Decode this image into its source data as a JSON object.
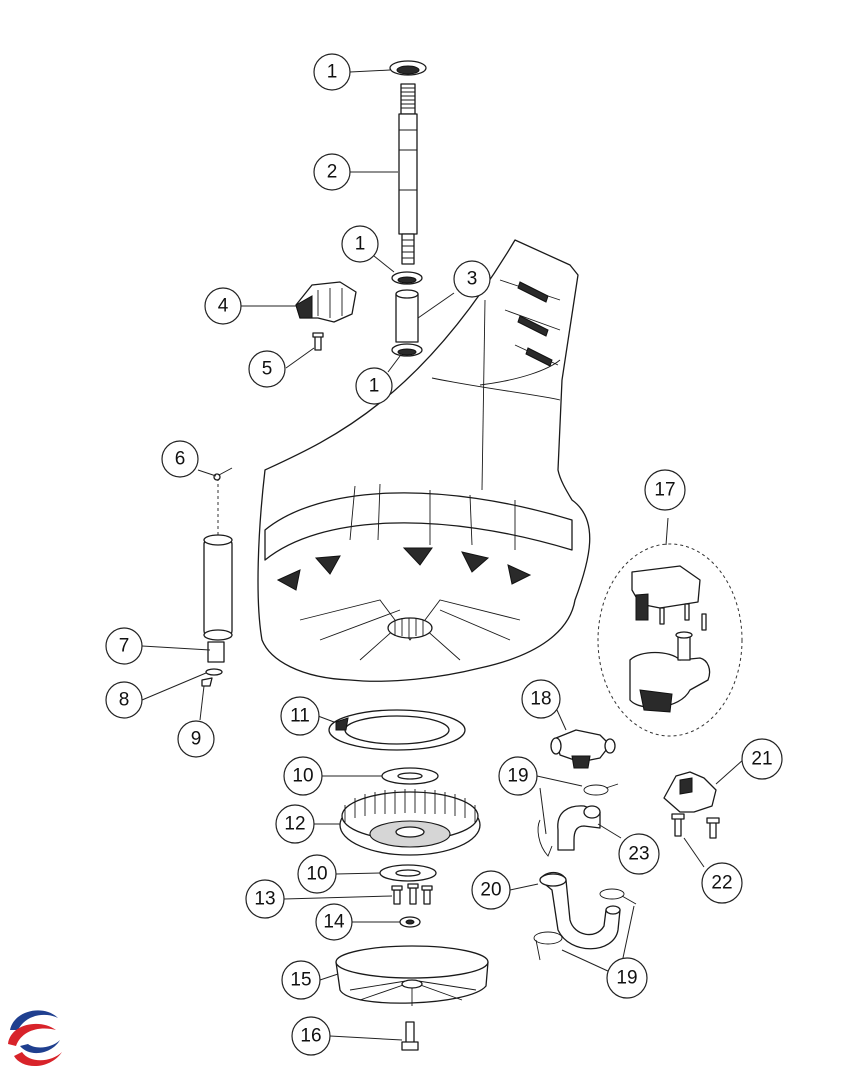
{
  "callouts": [
    {
      "id": "c1a",
      "label": "1"
    },
    {
      "id": "c2",
      "label": "2"
    },
    {
      "id": "c1b",
      "label": "1"
    },
    {
      "id": "c3",
      "label": "3"
    },
    {
      "id": "c4",
      "label": "4"
    },
    {
      "id": "c5",
      "label": "5"
    },
    {
      "id": "c1c",
      "label": "1"
    },
    {
      "id": "c6",
      "label": "6"
    },
    {
      "id": "c17",
      "label": "17"
    },
    {
      "id": "c7",
      "label": "7"
    },
    {
      "id": "c8",
      "label": "8"
    },
    {
      "id": "c9",
      "label": "9"
    },
    {
      "id": "c11",
      "label": "11"
    },
    {
      "id": "c18",
      "label": "18"
    },
    {
      "id": "c10a",
      "label": "10"
    },
    {
      "id": "c19a",
      "label": "19"
    },
    {
      "id": "c21",
      "label": "21"
    },
    {
      "id": "c12",
      "label": "12"
    },
    {
      "id": "c23",
      "label": "23"
    },
    {
      "id": "c10b",
      "label": "10"
    },
    {
      "id": "c22",
      "label": "22"
    },
    {
      "id": "c20",
      "label": "20"
    },
    {
      "id": "c13",
      "label": "13"
    },
    {
      "id": "c14",
      "label": "14"
    },
    {
      "id": "c15",
      "label": "15"
    },
    {
      "id": "c19b",
      "label": "19"
    },
    {
      "id": "c16",
      "label": "16"
    }
  ],
  "colors": {
    "line": "#1a1a1a",
    "logo_red": "#d8232a",
    "logo_blue": "#1f3f8f"
  },
  "icons": {
    "brand": "brand-logo-icon"
  }
}
